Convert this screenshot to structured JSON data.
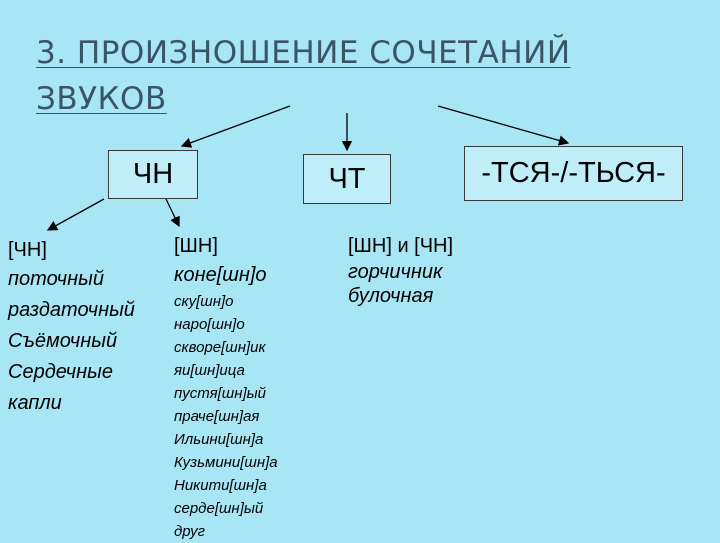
{
  "title": "3. ПРОИЗНОШЕНИЕ СОЧЕТАНИЙ ЗВУКОВ",
  "boxes": {
    "chn": "ЧН",
    "cht": "ЧТ",
    "tsya": "-ТСЯ-/-ТЬСЯ-"
  },
  "left_column": {
    "header": "[ЧН]",
    "items": [
      "поточный",
      "раздаточный",
      "Съёмочный",
      "Сердечные",
      "капли"
    ]
  },
  "middle_column": {
    "header": "[ШН]",
    "lead_item": "коне[шн]о",
    "items": [
      "ску[шн]о",
      "наро[шн]о",
      "скворе[шн]ик",
      "яи[шн]ица",
      "пустя[шн]ый",
      "праче[шн]ая",
      "Ильини[шн]а",
      "Кузьмини[шн]а",
      "Никити[шн]а",
      "серде[шн]ый",
      "друг"
    ]
  },
  "right_column": {
    "header": "[ШН] и [ЧН]",
    "items": [
      "горчичник",
      "булочная"
    ]
  }
}
